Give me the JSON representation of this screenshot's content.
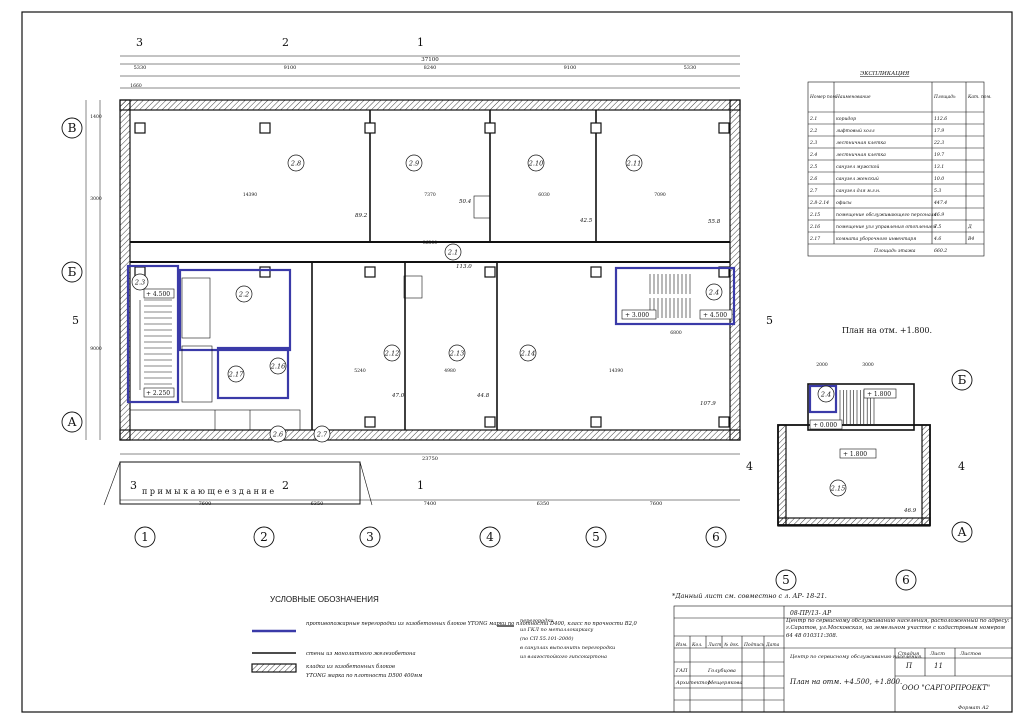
{
  "axes_letters": [
    "В",
    "Б",
    "А"
  ],
  "axes_numbers": [
    "1",
    "2",
    "3",
    "4",
    "5",
    "6"
  ],
  "section_marks": [
    "3",
    "2",
    "1",
    "5",
    "4"
  ],
  "dims": {
    "total_top": "37100",
    "upper_segments": [
      "5330",
      "9100",
      "8240",
      "9100",
      "5330"
    ],
    "row_b": "1660",
    "bottom_total": "23750",
    "bottom_axes": [
      "7600",
      "6350",
      "7400",
      "6350",
      "7600"
    ],
    "side": [
      "1400",
      "3000",
      "9000"
    ],
    "inner": [
      "14390",
      "7370",
      "6030",
      "7090",
      "36300",
      "5240",
      "4980",
      "14390",
      "6800",
      "3000",
      "2000"
    ]
  },
  "rooms": [
    "2.8",
    "2.9",
    "2.10",
    "2.11",
    "2.1",
    "2.2",
    "2.3",
    "2.4",
    "2.12",
    "2.13",
    "2.14",
    "2.16",
    "2.17",
    "2.6",
    "2.7",
    "2.15",
    "2.4"
  ],
  "areas": [
    "89.2",
    "50.4",
    "42.5",
    "55.8",
    "113.0",
    "47.0",
    "44.8",
    "107.9",
    "46.9"
  ],
  "levels": [
    "+ 4.500",
    "+ 2.250",
    "+ 3.000",
    "+ 4.500",
    "+ 1.800",
    "+ 0.000",
    "+ 1.800"
  ],
  "adjacent_building": "п р и м ы к а ю щ е е   з д а н и е",
  "plan_caption": "План на отм. +1.800.",
  "explication": {
    "title": "ЭКСПЛИКАЦИЯ",
    "headers": [
      "Номер пом.",
      "Наименование",
      "Площадь",
      "Кат. пом."
    ],
    "rows": [
      [
        "2.1",
        "коридор",
        "112.6",
        ""
      ],
      [
        "2.2",
        "лифтовый холл",
        "17.9",
        ""
      ],
      [
        "2.3",
        "лестничная клетка",
        "22.3",
        ""
      ],
      [
        "2.4",
        "лестничная клетка",
        "19.7",
        ""
      ],
      [
        "2.5",
        "санузел мужской",
        "13.1",
        ""
      ],
      [
        "2.6",
        "санузел женский",
        "10.0",
        ""
      ],
      [
        "2.7",
        "санузел для м.г.н.",
        "5.3",
        ""
      ],
      [
        "2.8-2.14",
        "офисы",
        "447.4",
        ""
      ],
      [
        "2.15",
        "помещение обслуживающего персонала",
        "46.9",
        ""
      ],
      [
        "2.16",
        "помещение узл управления отоплением",
        "7.5",
        "Д"
      ],
      [
        "2.17",
        "комната уборочного инвентаря",
        "4.6",
        "В4"
      ]
    ],
    "total_label": "Площадь этажа",
    "total_value": "660.2"
  },
  "legend": {
    "title": "УСЛОВНЫЕ ОБОЗНАЧЕНИЯ",
    "item1": "противопожарные перегородки из газобетонных блоков YTONG марки по плотности D400, класс по прочности В2,0",
    "item2": "стены из монолитного железобетона",
    "item3a": "кладка из газобетонных блоков",
    "item3b": "YTONG марка по плотности D500  400мм",
    "item4a": "перегородки",
    "item4b": "из ГКЛ по металлокаркасу",
    "item4c": "(по СП 55.101-2000)",
    "item4d": "в санузлах выполнить перегородки",
    "item4e": "из влагостойкого гипсокартона"
  },
  "note": "*Данный лист см. совместно с л. АР- 18-21.",
  "stamp": {
    "code": "08-ПР/13- АР",
    "object": "Центр по сервисному обслуживанию населения, расположенный по адресу: г.Саратов, ул.Московская, на земельном участке с кадастровым номером 64 48 010311:308.",
    "cols": [
      "Изм.",
      "Кол.",
      "Лист",
      "№ док.",
      "Подпись",
      "Дата"
    ],
    "role1": "ГАП",
    "name1": "Голубцова",
    "role2": "Архитектор",
    "name2": "Мещерякова",
    "building": "Центр по сервисному обслуживанию населения.",
    "stage_label": "Стадия",
    "sheet_label": "Лист",
    "sheets_label": "Листов",
    "stage": "П",
    "sheet": "11",
    "sheets": "",
    "drawing": "План на отм. +4.500, +1.800.",
    "company": "ООО \"САРГОРПРОЕКТ\"",
    "format": "Формат А2"
  }
}
